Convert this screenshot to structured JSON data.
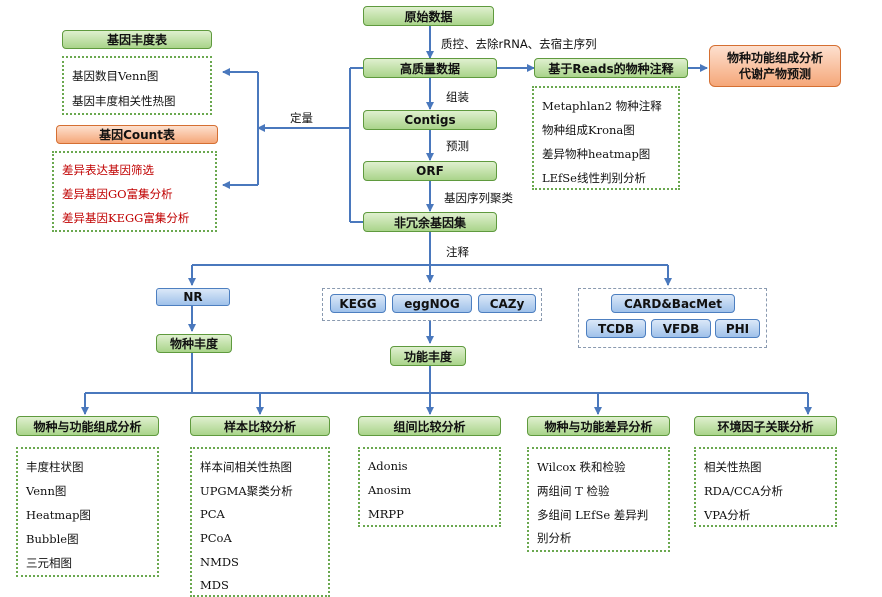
{
  "flow": {
    "raw": "原始数据",
    "step1_label": "质控、去除rRNA、去宿主序列",
    "hq": "高质量数据",
    "step2_label": "组装",
    "contigs": "Contigs",
    "step3_label": "预测",
    "orf": "ORF",
    "step4_label": "基因序列聚类",
    "nonredundant": "非冗余基因集",
    "annot_label": "注释",
    "quant_label": "定量"
  },
  "gene_abundance": {
    "title": "基因丰度表",
    "items": [
      "基因数目Venn图",
      "基因丰度相关性热图"
    ]
  },
  "gene_count": {
    "title": "基因Count表",
    "items": [
      "差异表达基因筛选",
      "差异基因GO富集分析",
      "差异基因KEGG富集分析"
    ]
  },
  "reads_annot": {
    "title": "基于Reads的物种注释",
    "items": [
      "Metaphlan2 物种注释",
      "物种组成Krona图",
      "差异物种heatmap图",
      "LEfSe线性判别分析"
    ]
  },
  "function_pred": {
    "line1": "物种功能组成分析",
    "line2": "代谢产物预测"
  },
  "databases": {
    "nr": "NR",
    "functional": [
      "KEGG",
      "eggNOG",
      "CAZy"
    ],
    "resistance_top": "CARD&BacMet",
    "resistance_bottom": [
      "TCDB",
      "VFDB",
      "PHI"
    ]
  },
  "abundance": {
    "species": "物种丰度",
    "function": "功能丰度"
  },
  "analyses": [
    {
      "title": "物种与功能组成分析",
      "items": [
        "丰度柱状图",
        "Venn图",
        "Heatmap图",
        "Bubble图",
        "三元相图"
      ]
    },
    {
      "title": "样本比较分析",
      "items": [
        "样本间相关性热图",
        "UPGMA聚类分析",
        "PCA",
        "PCoA",
        "NMDS",
        "MDS"
      ]
    },
    {
      "title": "组间比较分析",
      "items": [
        "Adonis",
        "Anosim",
        "MRPP"
      ]
    },
    {
      "title": "物种与功能差异分析",
      "items": [
        "Wilcox 秩和检验",
        "两组间 T 检验",
        "多组间 LEfSe 差异判",
        "别分析"
      ]
    },
    {
      "title": "环境因子关联分析",
      "items": [
        "相关性热图",
        "RDA/CCA分析",
        "VPA分析"
      ]
    }
  ],
  "colors": {
    "arrow": "#4a78bd",
    "green_box": "#a9d48a",
    "blue_box": "#9fc1ea",
    "orange_box": "#f5a779",
    "red_text": "#c00000"
  }
}
